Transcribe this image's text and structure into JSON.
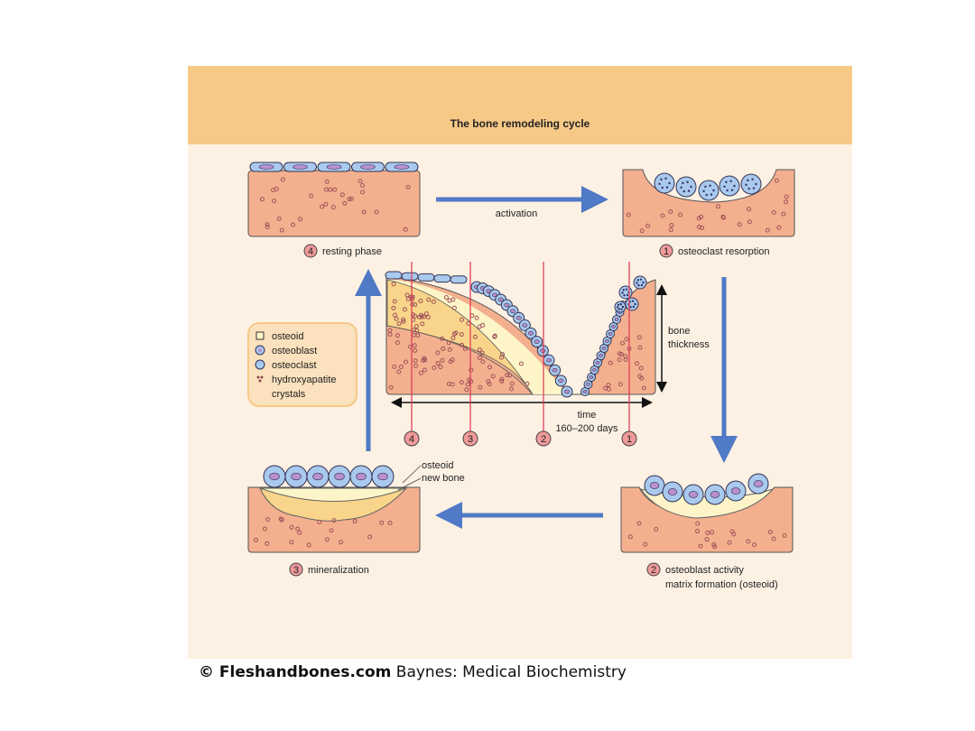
{
  "title": "The bone remodeling cycle",
  "stages": {
    "resting": {
      "num": "4",
      "label": "resting phase"
    },
    "resorption": {
      "num": "1",
      "label": "osteoclast resorption"
    },
    "mineralization": {
      "num": "3",
      "label": "mineralization"
    },
    "formation": {
      "num": "2",
      "label": "osteoblast activity",
      "label2": "matrix formation (osteoid)"
    }
  },
  "arrows": {
    "activation": "activation"
  },
  "legend": [
    "osteoid",
    "osteoblast",
    "osteoclast",
    "hydroxyapatite",
    "crystals"
  ],
  "graph": {
    "y_label": [
      "bone",
      "thickness"
    ],
    "x_label": [
      "time",
      "160–200 days"
    ],
    "markers": [
      "4",
      "3",
      "2",
      "1"
    ]
  },
  "callouts": {
    "osteoid": "osteoid",
    "new_bone": "new bone"
  },
  "caption": {
    "brand": "© Fleshandbones.com",
    "text": " Baynes: Medical Biochemistry"
  },
  "colors": {
    "header": "#f7c987",
    "background": "#fdf1e3",
    "bone": "#f4b08e",
    "osteoid": "#fdf5c8",
    "new_bone": "#f8d58a",
    "cell": "#a9c9ee",
    "nucleus": "#b990cc",
    "arrow": "#5079c6",
    "marker": "#e0405a"
  }
}
